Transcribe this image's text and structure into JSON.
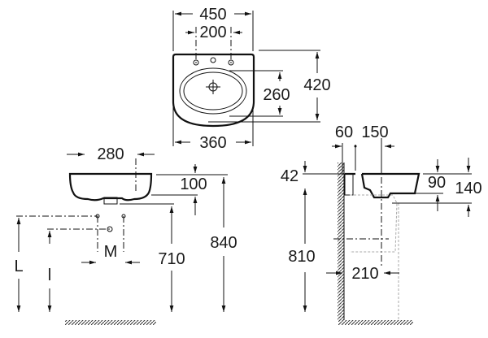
{
  "top_view": {
    "width_overall": "450",
    "tap_spacing": "200",
    "bowl_depth": "260",
    "depth_overall": "420",
    "bowl_width": "360"
  },
  "front_view": {
    "width": "280",
    "height": "100",
    "drain_height": "710",
    "rim_height": "840",
    "label_L": "L",
    "label_l": "l",
    "label_M": "M"
  },
  "side_view": {
    "wall_offset": "42",
    "dim_60": "60",
    "dim_150": "150",
    "dim_90": "90",
    "dim_140": "140",
    "rim_height": "810",
    "trap_distance": "210"
  }
}
